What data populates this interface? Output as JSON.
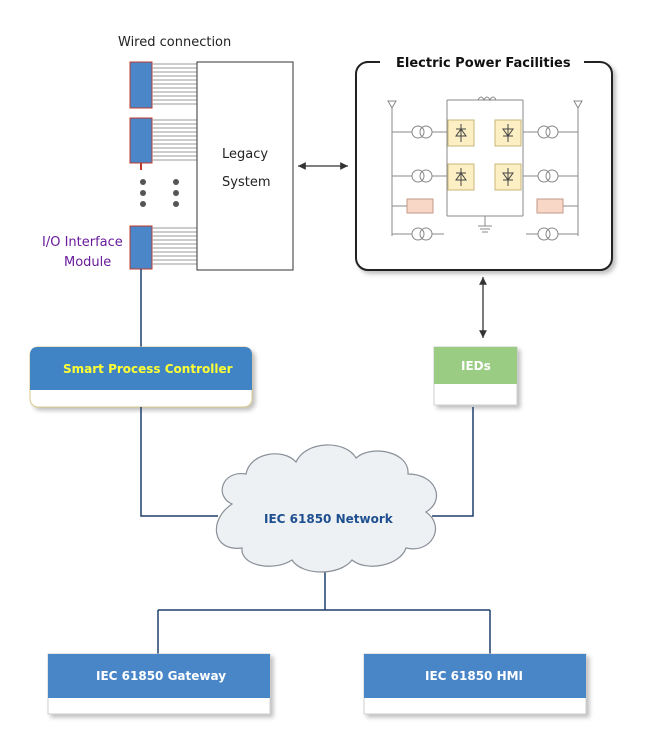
{
  "labels": {
    "wired_connection": "Wired connection",
    "legacy_line1": "Legacy",
    "legacy_line2": "System",
    "io_line1": "I/O Interface",
    "io_line2": "Module",
    "facilities_title": "Electric Power Facilities",
    "smart_controller": "Smart Process Controller",
    "ieds": "IEDs",
    "network": "IEC 61850 Network",
    "gateway": "IEC 61850 Gateway",
    "hmi": "IEC 61850 HMI"
  },
  "colors": {
    "module_blue": "#4a86c8",
    "module_border": "#c0392b",
    "controller_blue": "#3f84c6",
    "controller_text": "#ffff33",
    "ied_green": "#9bcc84",
    "bus_line": "#1f3f6b",
    "cloud_fill": "#eef1f4",
    "cloud_text": "#1e4f8f",
    "thyristor_fill": "#fbefc3",
    "resistor_fill": "#f8d7c6"
  }
}
